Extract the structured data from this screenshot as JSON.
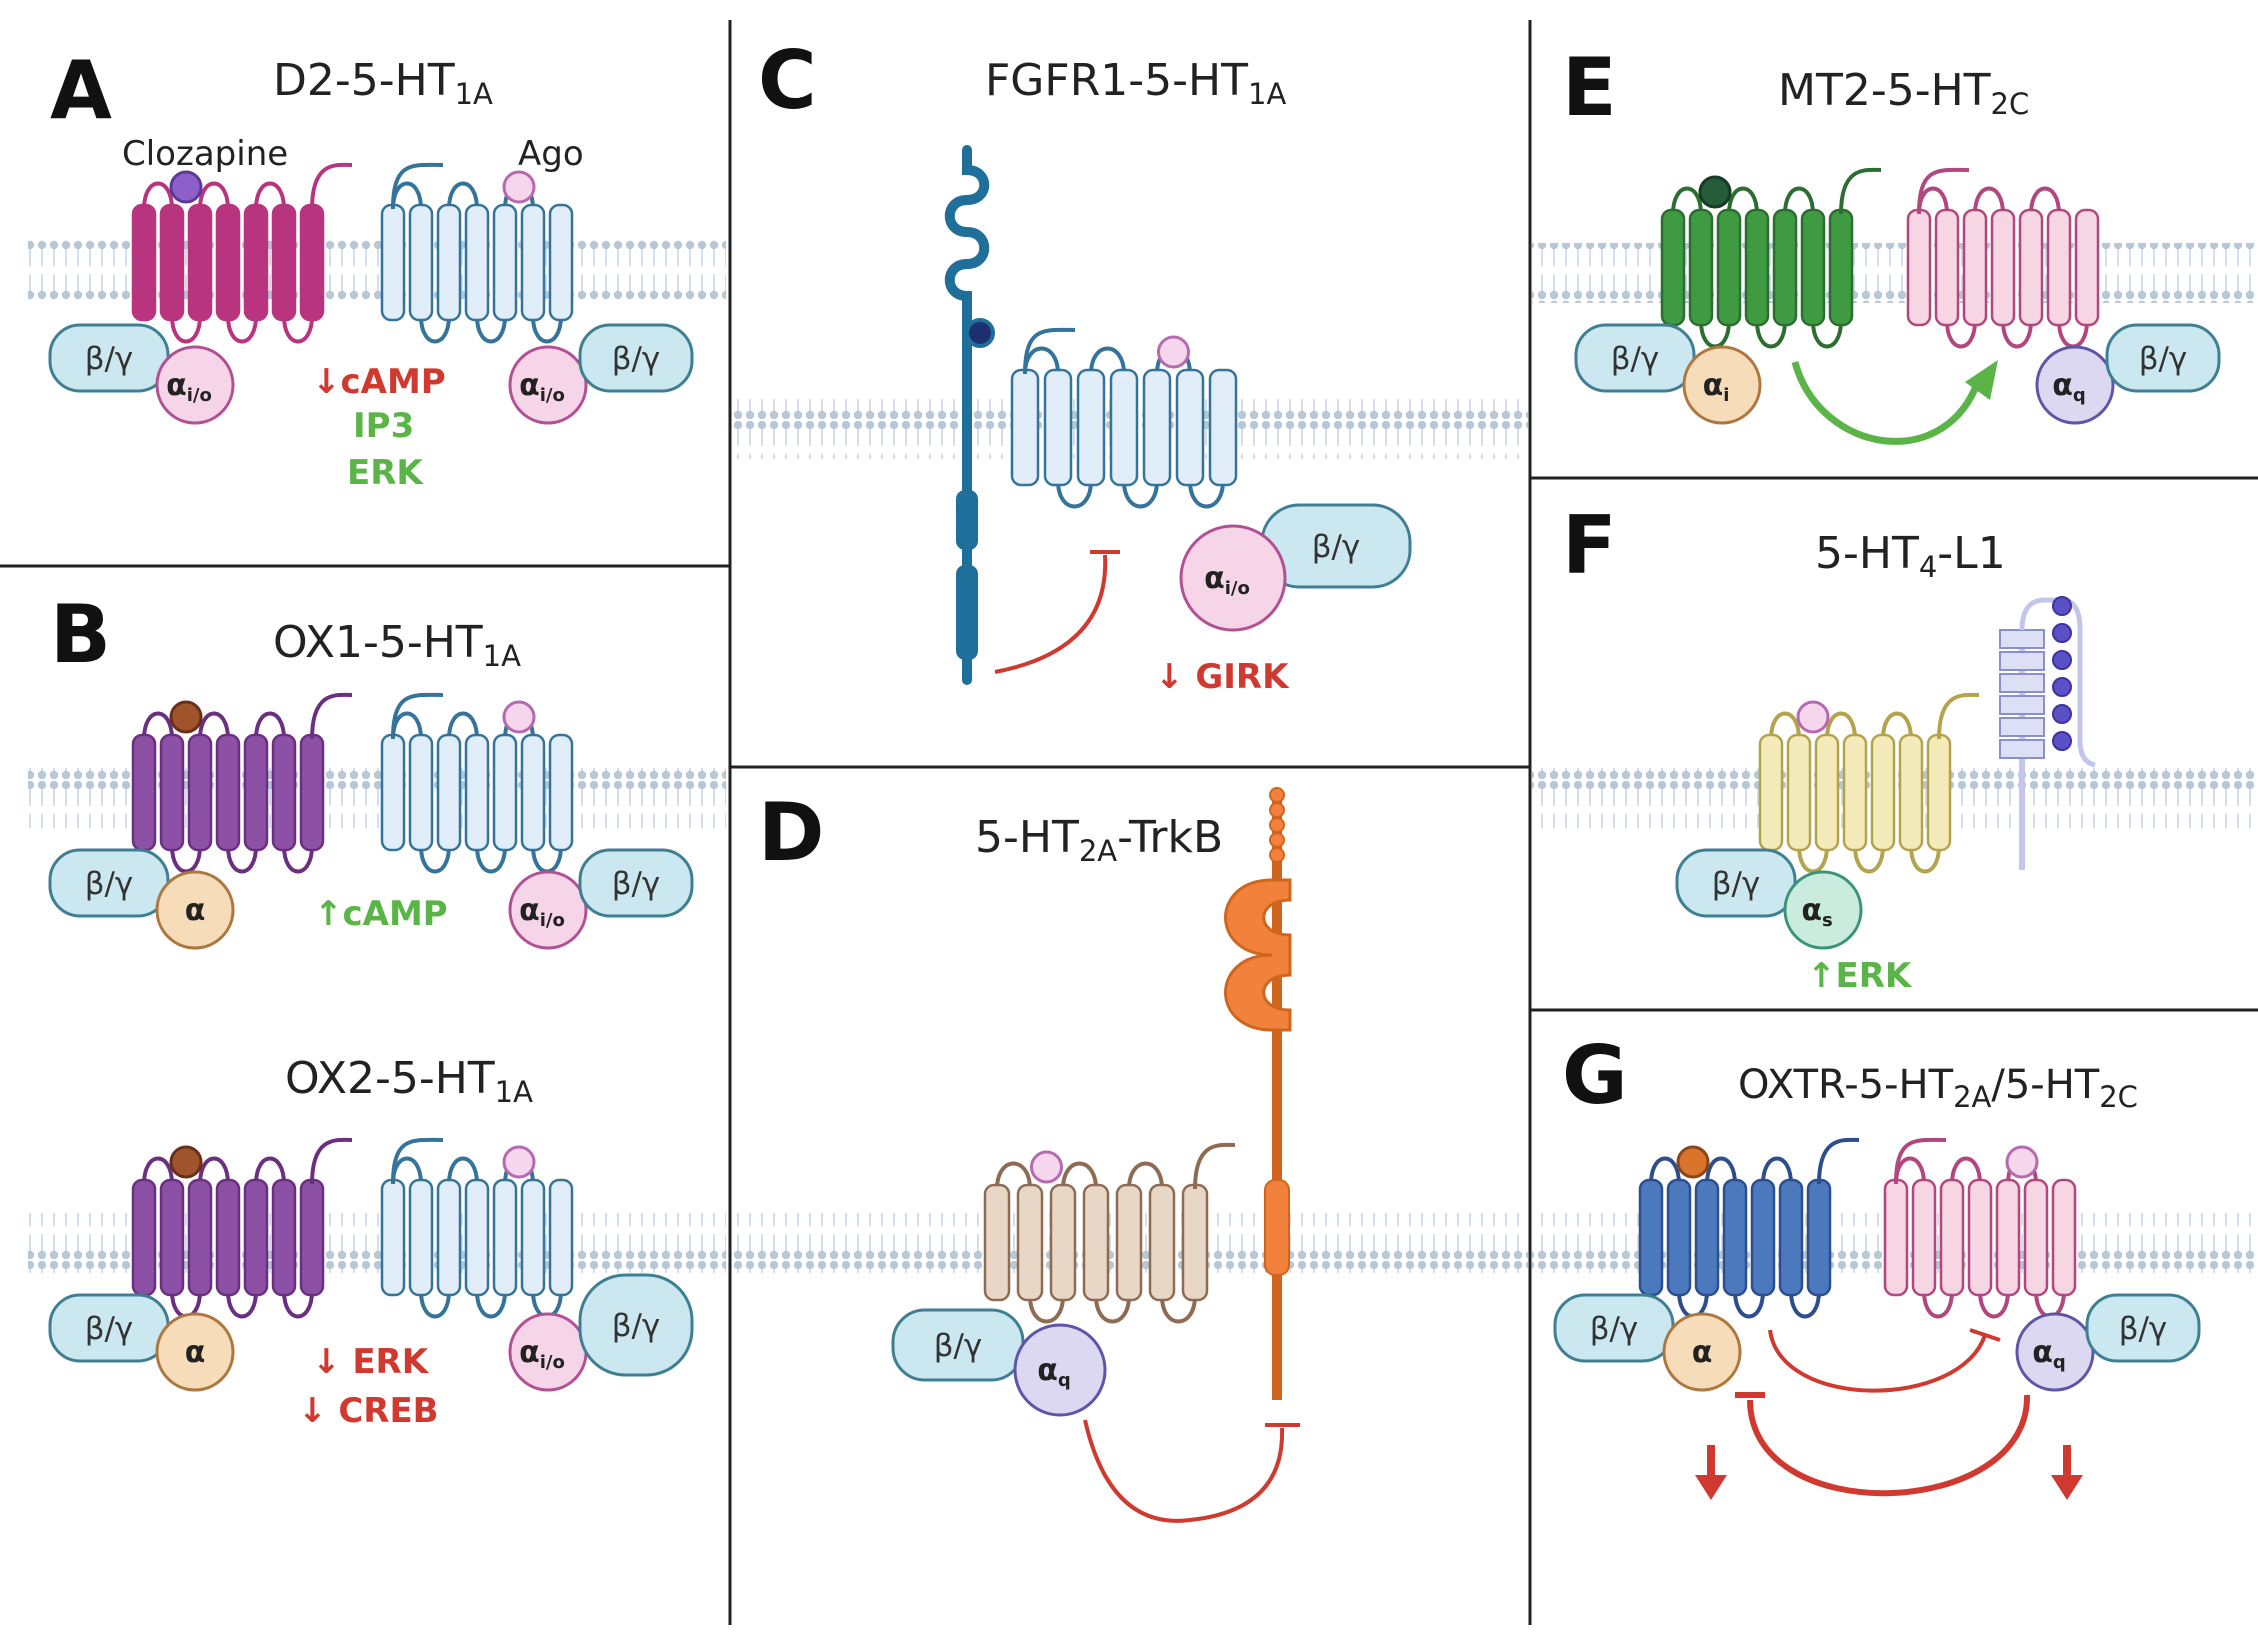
{
  "colors": {
    "divider": "#222222",
    "membrane": "#b7c7d6",
    "down": "#d0392f",
    "up": "#5bb447",
    "beta_gamma_fill": "#cbe7ef",
    "beta_gamma_stroke": "#3e7f93",
    "ht1a_fill": "#e1edf8",
    "ht1a_stroke": "#34739a",
    "d2": "#b8347f",
    "ox": "#8c51a5",
    "mt2": "#3f9a42",
    "ht2c_fill": "#f6d6e3",
    "ht2c_stroke": "#b2467e",
    "ht4": "#f3ecba",
    "ht4_stroke": "#b5a24c",
    "fgfr1": "#1e6f99",
    "trkb": "#f2813b",
    "ht2a": "#e8d6c6",
    "ht2a_stroke": "#8e6b53",
    "oxtr": "#4c78be",
    "l1": "#c3c6ea"
  },
  "icons": [
    "ligand-circle",
    "seven-tm-receptor",
    "g-protein-beta-gamma",
    "g-protein-alpha",
    "membrane-bilayer",
    "inhibition-arrow",
    "activation-arrow",
    "down-arrow"
  ],
  "panels": {
    "A": {
      "letter": "A",
      "title_main": "D2-5-HT",
      "title_sub": "1A",
      "left_ligand": "Clozapine",
      "right_ligand": "Ago",
      "beta_gamma": "β/γ",
      "alpha_left": "α",
      "alpha_left_sub": "i/o",
      "alpha_right": "α",
      "alpha_right_sub": "i/o",
      "effects": [
        {
          "text": "↓cAMP",
          "tone": "down"
        },
        {
          "text": "IP3",
          "tone": "up"
        },
        {
          "text": "ERK",
          "tone": "up"
        }
      ]
    },
    "B1": {
      "letter": "B",
      "title_main": "OX1-5-HT",
      "title_sub": "1A",
      "beta_gamma": "β/γ",
      "alpha_left": "α",
      "alpha_right": "α",
      "alpha_right_sub": "i/o",
      "effects": [
        {
          "text": "↑cAMP",
          "tone": "up"
        }
      ]
    },
    "B2": {
      "title_main": "OX2-5-HT",
      "title_sub": "1A",
      "beta_gamma": "β/γ",
      "alpha_left": "α",
      "alpha_right": "α",
      "alpha_right_sub": "i/o",
      "effects": [
        {
          "text": "↓ ERK",
          "tone": "down"
        },
        {
          "text": "↓ CREB",
          "tone": "down"
        }
      ]
    },
    "C": {
      "letter": "C",
      "title_main": "FGFR1-5-HT",
      "title_sub": "1A",
      "beta_gamma": "β/γ",
      "alpha": "α",
      "alpha_sub": "i/o",
      "effects": [
        {
          "text": "↓ GIRK",
          "tone": "down"
        }
      ]
    },
    "D": {
      "letter": "D",
      "title_main": "5-HT",
      "title_sub": "2A",
      "title_tail": "-TrkB",
      "beta_gamma": "β/γ",
      "alpha": "α",
      "alpha_sub": "q"
    },
    "E": {
      "letter": "E",
      "title_main": "MT2-5-HT",
      "title_sub": "2C",
      "beta_gamma": "β/γ",
      "alpha_left": "α",
      "alpha_left_sub": "i",
      "alpha_right": "α",
      "alpha_right_sub": "q"
    },
    "F": {
      "letter": "F",
      "title_main": "5-HT",
      "title_sub": "4",
      "title_tail": "-L1",
      "beta_gamma": "β/γ",
      "alpha": "α",
      "alpha_sub": "s",
      "effects": [
        {
          "text": "↑ERK",
          "tone": "up"
        }
      ]
    },
    "G": {
      "letter": "G",
      "title_main": "OXTR-5-HT",
      "title_sub": "2A",
      "title_mid": "/5-HT",
      "title_sub2": "2C",
      "beta_gamma": "β/γ",
      "alpha_left": "α",
      "alpha_right": "α",
      "alpha_right_sub": "q"
    }
  }
}
